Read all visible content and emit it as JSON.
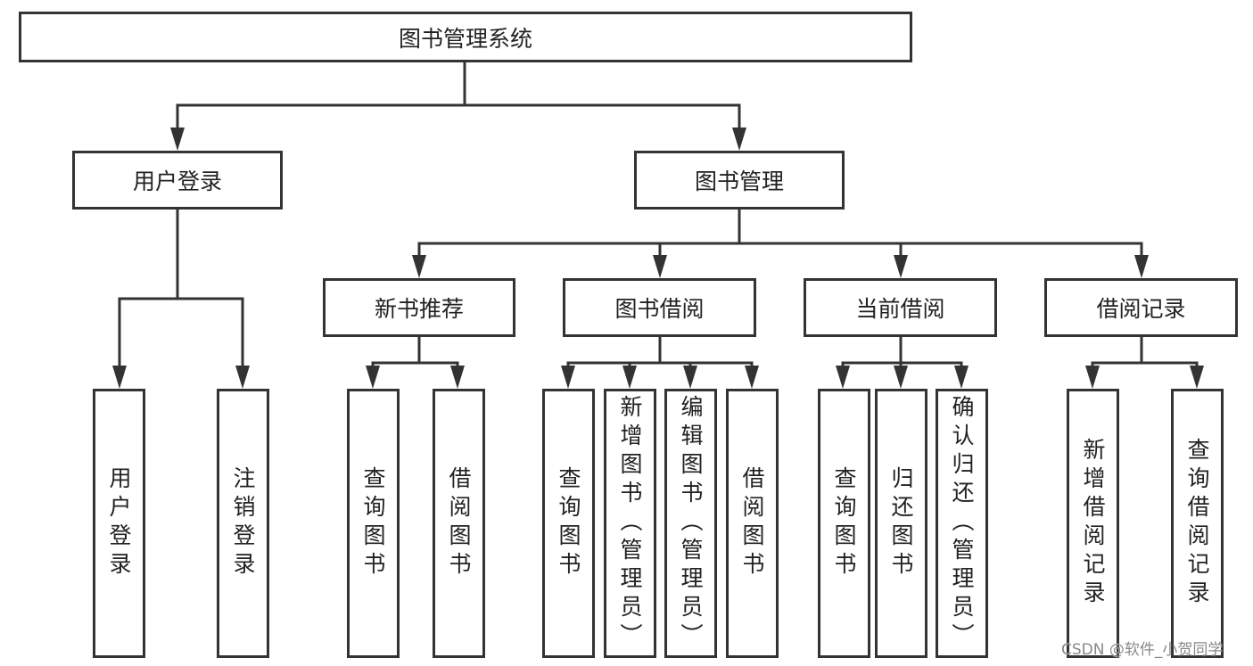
{
  "root": "图书管理系统",
  "level1": [
    "用户登录",
    "图书管理"
  ],
  "level2": [
    "新书推荐",
    "图书借阅",
    "当前借阅",
    "借阅记录"
  ],
  "leaves": {
    "user_login": [
      "用户登录",
      "注销登录"
    ],
    "new_books": [
      "查询图书",
      "借阅图书"
    ],
    "borrow": [
      "查询图书",
      "新增图书（管理员）",
      "编辑图书（管理员）",
      "借阅图书"
    ],
    "current": [
      "查询图书",
      "归还图书",
      "确认归还（管理员）"
    ],
    "records": [
      "新增借阅记录",
      "查询借阅记录"
    ]
  },
  "watermark": "CSDN @软件_小贺同学",
  "colors": {
    "stroke": "#333333",
    "text": "#222222"
  }
}
